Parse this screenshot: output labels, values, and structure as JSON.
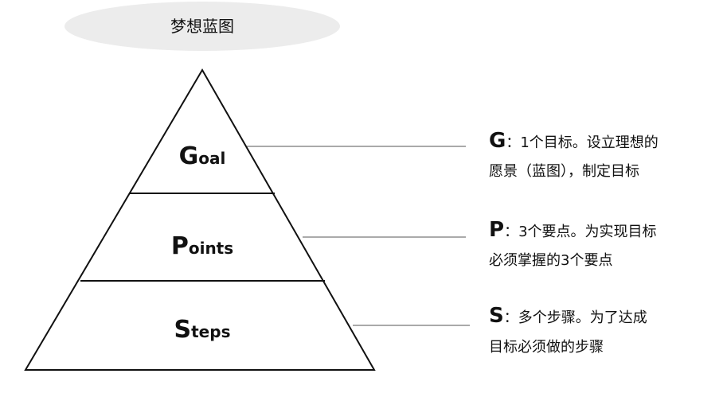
{
  "title": "梦想蓝图",
  "levels": [
    {
      "initial": "G",
      "rest": "oal",
      "key": "G",
      "separator": "：",
      "line1": "1个目标。设立理想的",
      "line2": "愿景（蓝图），制定目标"
    },
    {
      "initial": "P",
      "rest": "oints",
      "key": "P",
      "separator": "：",
      "line1": "3个要点。为实现目标",
      "line2": "必须掌握的3个要点"
    },
    {
      "initial": "S",
      "rest": "teps",
      "key": "S",
      "separator": "：",
      "line1": "多个步骤。为了达成",
      "line2": "目标必须做的步骤"
    }
  ],
  "colors": {
    "ellipse_fill": "#ececec",
    "stroke": "#111111",
    "connector": "#555555"
  }
}
